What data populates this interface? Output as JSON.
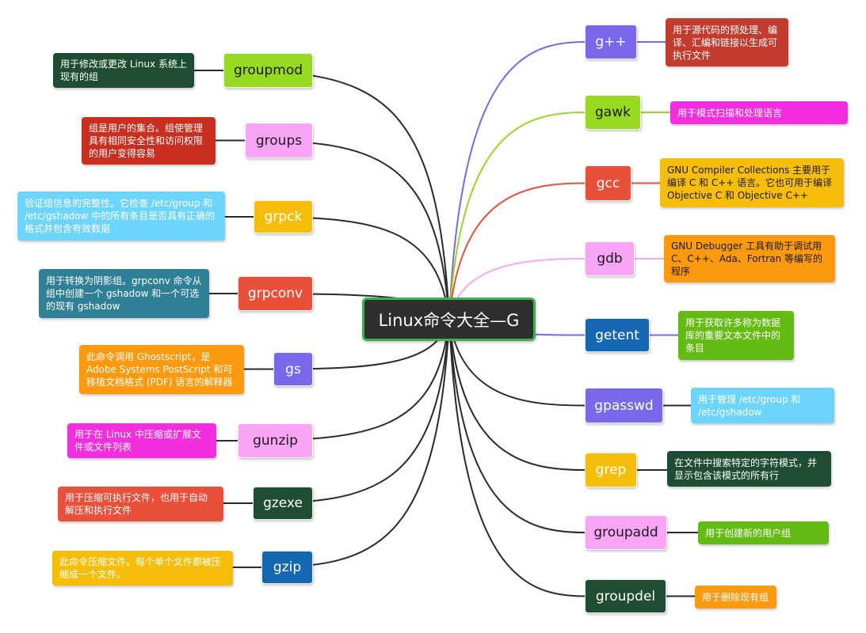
{
  "root": {
    "label": "Linux命令大全—G",
    "bg": "#2e2e2e",
    "border": "#39b54a",
    "color": "#ffffff"
  },
  "left": [
    {
      "cmd": "groupmod",
      "cmd_bg": "#98d922",
      "cmd_color": "#1a1a1a",
      "desc": "用于修改或更改 Linux 系统上现有的组",
      "desc_bg": "#1e4d34",
      "desc_color": "#ffffff",
      "link": "#2a2a2a"
    },
    {
      "cmd": "groups",
      "cmd_bg": "#f9a5f5",
      "cmd_color": "#1a1a1a",
      "desc": "组是用户的集合。组使管理具有相同安全性和访问权限的用户变得容易",
      "desc_bg": "#c92e1e",
      "desc_color": "#ffffff",
      "link": "#2a2a2a"
    },
    {
      "cmd": "grpck",
      "cmd_bg": "#f7bd0b",
      "cmd_color": "#ffffff",
      "desc": "验证组信息的完整性。它检查 /etc/group 和 /etc/gshadow 中的所有条目是否具有正确的格式并包含有效数据",
      "desc_bg": "#6dd4fb",
      "desc_color": "#ffffff",
      "link": "#2a2a2a"
    },
    {
      "cmd": "grpconv",
      "cmd_bg": "#e9503a",
      "cmd_color": "#ffffff",
      "desc": "用于转换为阴影组。grpconv 命令从组中创建一个 gshadow 和一个可选的现有 gshadow",
      "desc_bg": "#2f7f96",
      "desc_color": "#ffffff",
      "link": "#2a2a2a"
    },
    {
      "cmd": "gs",
      "cmd_bg": "#7a68ea",
      "cmd_color": "#ffffff",
      "desc": "此命令调用 Ghostscript，是 Adobe Systems PostScript 和可移植文档格式 (PDF) 语言的解释器",
      "desc_bg": "#fb9a0f",
      "desc_color": "#ffffff",
      "link": "#2a2a2a"
    },
    {
      "cmd": "gunzip",
      "cmd_bg": "#f9a5f5",
      "cmd_color": "#1a1a1a",
      "desc": "用于在 Linux 中压缩或扩展文件或文件列表",
      "desc_bg": "#f22ede",
      "desc_color": "#ffffff",
      "link": "#2a2a2a"
    },
    {
      "cmd": "gzexe",
      "cmd_bg": "#1e4d34",
      "cmd_color": "#ffffff",
      "desc": "用于压缩可执行文件，也用于自动解压和执行文件",
      "desc_bg": "#e9503a",
      "desc_color": "#ffffff",
      "link": "#2a2a2a"
    },
    {
      "cmd": "gzip",
      "cmd_bg": "#1667b2",
      "cmd_color": "#ffffff",
      "desc": "此命令压缩文件。每个单个文件都被压缩成一个文件。",
      "desc_bg": "#f7bd0b",
      "desc_color": "#ffffff",
      "link": "#2a2a2a"
    }
  ],
  "right": [
    {
      "cmd": "g++",
      "cmd_bg": "#7a68ea",
      "cmd_color": "#ffffff",
      "desc": "用于源代码的预处理、编译、汇编和链接以生成可执行文件",
      "desc_bg": "#c23b2e",
      "desc_color": "#ffffff",
      "link": "#7a68ea"
    },
    {
      "cmd": "gawk",
      "cmd_bg": "#98d922",
      "cmd_color": "#1a1a1a",
      "desc": "用于模式扫描和处理语言",
      "desc_bg": "#f22ede",
      "desc_color": "#ffffff",
      "link": "#98d922"
    },
    {
      "cmd": "gcc",
      "cmd_bg": "#e9503a",
      "cmd_color": "#ffffff",
      "desc": "GNU Compiler Collections 主要用于编译 C 和 C++ 语言。它也可用于编译 Objective C 和 Objective C++",
      "desc_bg": "#f7bd0b",
      "desc_color": "#1a1a1a",
      "link": "#e9503a"
    },
    {
      "cmd": "gdb",
      "cmd_bg": "#f9a5f5",
      "cmd_color": "#1a1a1a",
      "desc": "GNU Debugger 工具有助于调试用 C、C++、Ada、Fortran 等编写的程序",
      "desc_bg": "#fb9a0f",
      "desc_color": "#1a1a1a",
      "link": "#f9a5f5"
    },
    {
      "cmd": "getent",
      "cmd_bg": "#1667b2",
      "cmd_color": "#ffffff",
      "desc": "用于获取许多称为数据库的重要文本文件中的条目",
      "desc_bg": "#64bb14",
      "desc_color": "#ffffff",
      "link": "#7a68ea"
    },
    {
      "cmd": "gpasswd",
      "cmd_bg": "#7a68ea",
      "cmd_color": "#ffffff",
      "desc": "用于管理 /etc/group 和 /etc/gshadow",
      "desc_bg": "#6dd4fb",
      "desc_color": "#ffffff",
      "link": "#2a2a2a"
    },
    {
      "cmd": "grep",
      "cmd_bg": "#f7bd0b",
      "cmd_color": "#ffffff",
      "desc": "在文件中搜索特定的字符模式，并显示包含该模式的所有行",
      "desc_bg": "#1e4d34",
      "desc_color": "#ffffff",
      "link": "#2a2a2a"
    },
    {
      "cmd": "groupadd",
      "cmd_bg": "#f9a5f5",
      "cmd_color": "#1a1a1a",
      "desc": "用于创建新的用户组",
      "desc_bg": "#64bb14",
      "desc_color": "#ffffff",
      "link": "#2a2a2a"
    },
    {
      "cmd": "groupdel",
      "cmd_bg": "#1e4d34",
      "cmd_color": "#ffffff",
      "desc": "用于删除现有组",
      "desc_bg": "#fb9a0f",
      "desc_color": "#ffffff",
      "link": "#2a2a2a"
    }
  ]
}
